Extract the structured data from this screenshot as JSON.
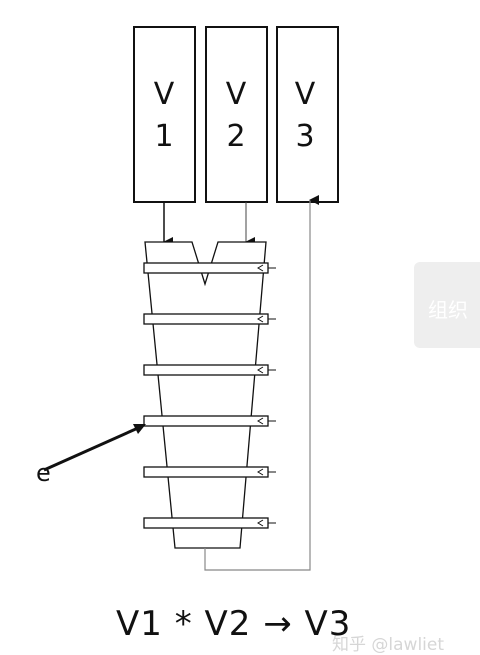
{
  "registers": [
    {
      "name": "V",
      "index": "1"
    },
    {
      "name": "V",
      "index": "2"
    },
    {
      "name": "V",
      "index": "3"
    }
  ],
  "pipeline_stages": 6,
  "pointer_label": "e",
  "formula": "V1 * V2 → V3",
  "side_tab_text": "组织",
  "watermark": "知乎 @lawliet"
}
